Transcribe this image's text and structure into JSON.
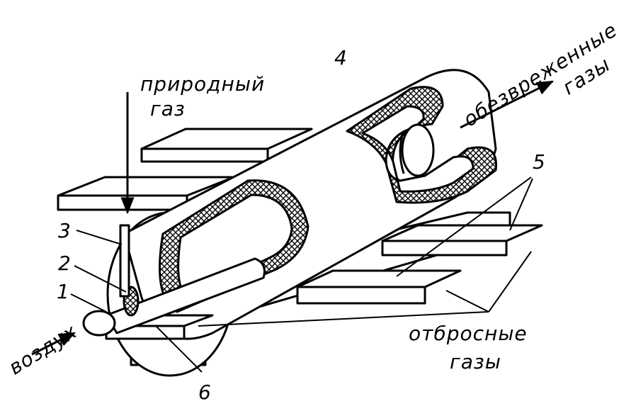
{
  "labels": {
    "natural_gas": [
      "природный",
      "газ"
    ],
    "air": "воздух",
    "clean_gases": [
      "обезвреженные",
      "газы"
    ],
    "waste_gases": [
      "отбросные",
      "газы"
    ]
  },
  "callouts": {
    "n1": "1",
    "n2": "2",
    "n3": "3",
    "n4": "4",
    "n5": "5",
    "n6": "6"
  },
  "colors": {
    "ink": "#000000",
    "paper": "#ffffff"
  }
}
